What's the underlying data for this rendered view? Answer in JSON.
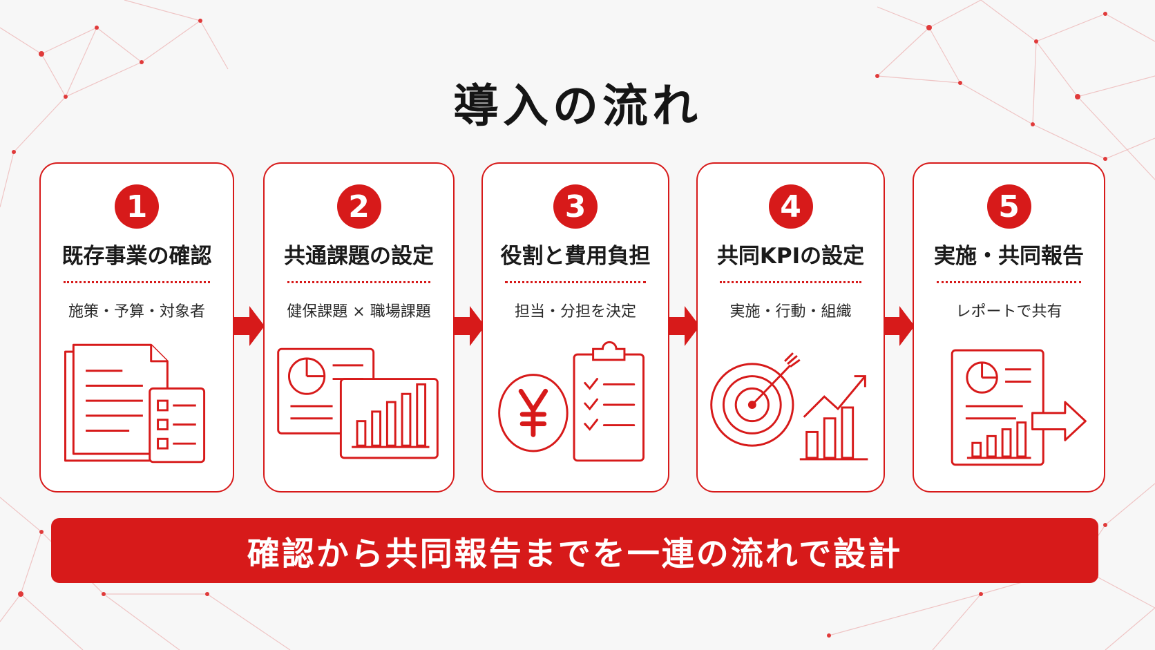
{
  "title": "導入の流れ",
  "colors": {
    "accent": "#d71a1a",
    "text": "#151515",
    "card_bg": "#ffffff"
  },
  "steps": [
    {
      "number": "1",
      "title": "既存事業の確認",
      "subtitle": "施策・予算・対象者",
      "icon": "documents-checklist-icon"
    },
    {
      "number": "2",
      "title": "共通課題の設定",
      "subtitle": "健保課題 × 職場課題",
      "icon": "report-charts-icon"
    },
    {
      "number": "3",
      "title": "役割と費用負担",
      "subtitle": "担当・分担を決定",
      "icon": "yen-clipboard-icon"
    },
    {
      "number": "4",
      "title": "共同KPIの設定",
      "subtitle": "実施・行動・組織",
      "icon": "target-growth-chart-icon"
    },
    {
      "number": "5",
      "title": "実施・共同報告",
      "subtitle": "レポートで共有",
      "icon": "report-share-icon"
    }
  ],
  "banner": "確認から共同報告までを一連の流れで設計"
}
